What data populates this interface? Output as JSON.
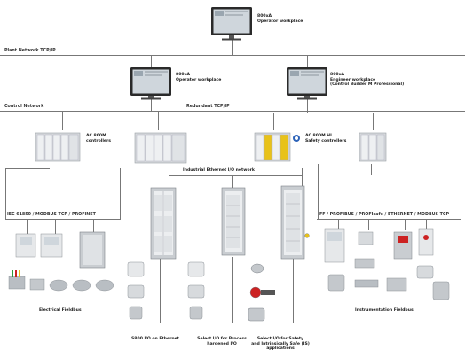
{
  "labels": {
    "top_operator": [
      "800xA",
      "Operator workplace"
    ],
    "plant_network": "Plant Network TCP/IP",
    "mid_operator": [
      "800xA",
      "Operator workplace"
    ],
    "engineer": [
      "800xA",
      "Engineer workplace",
      "(Control Builder M Professional)"
    ],
    "control_network": "Control Network",
    "redundant": "Redundant TCP/IP",
    "ac800m": [
      "AC 800M",
      "controllers"
    ],
    "ac800mhi": [
      "AC 800M HI",
      "Safety controllers"
    ],
    "industrial_ethernet": "Industrial Ethernet I/O network",
    "iec": "IEC 61850 / MODBUS TCP / PROFINET",
    "fieldbus_right": "FF / PROFIBUS / PROFIsafe / ETHERNET / MODBUS TCP",
    "electrical_fieldbus": "Electrical Fieldbus",
    "instrumentation_fieldbus": "Instrumentation Fieldbus",
    "s800": "S800 I/O on Ethernet",
    "select_process": [
      "Select I/O for Process",
      "hardened I/O"
    ],
    "select_safety": [
      "Select I/O for Safety",
      "and Intrinsically Safe (IS)",
      "applications"
    ]
  },
  "colors": {
    "line": "#777777",
    "monitor": "#2a2a2a",
    "screen": "#cfd6dc",
    "device_light": "#e6e8ea",
    "device_mid": "#b9bec3",
    "accent_green": "#2e9a3a",
    "accent_red": "#cc2222",
    "accent_yellow": "#e8c21a",
    "badge_blue": "#2b62b8"
  }
}
